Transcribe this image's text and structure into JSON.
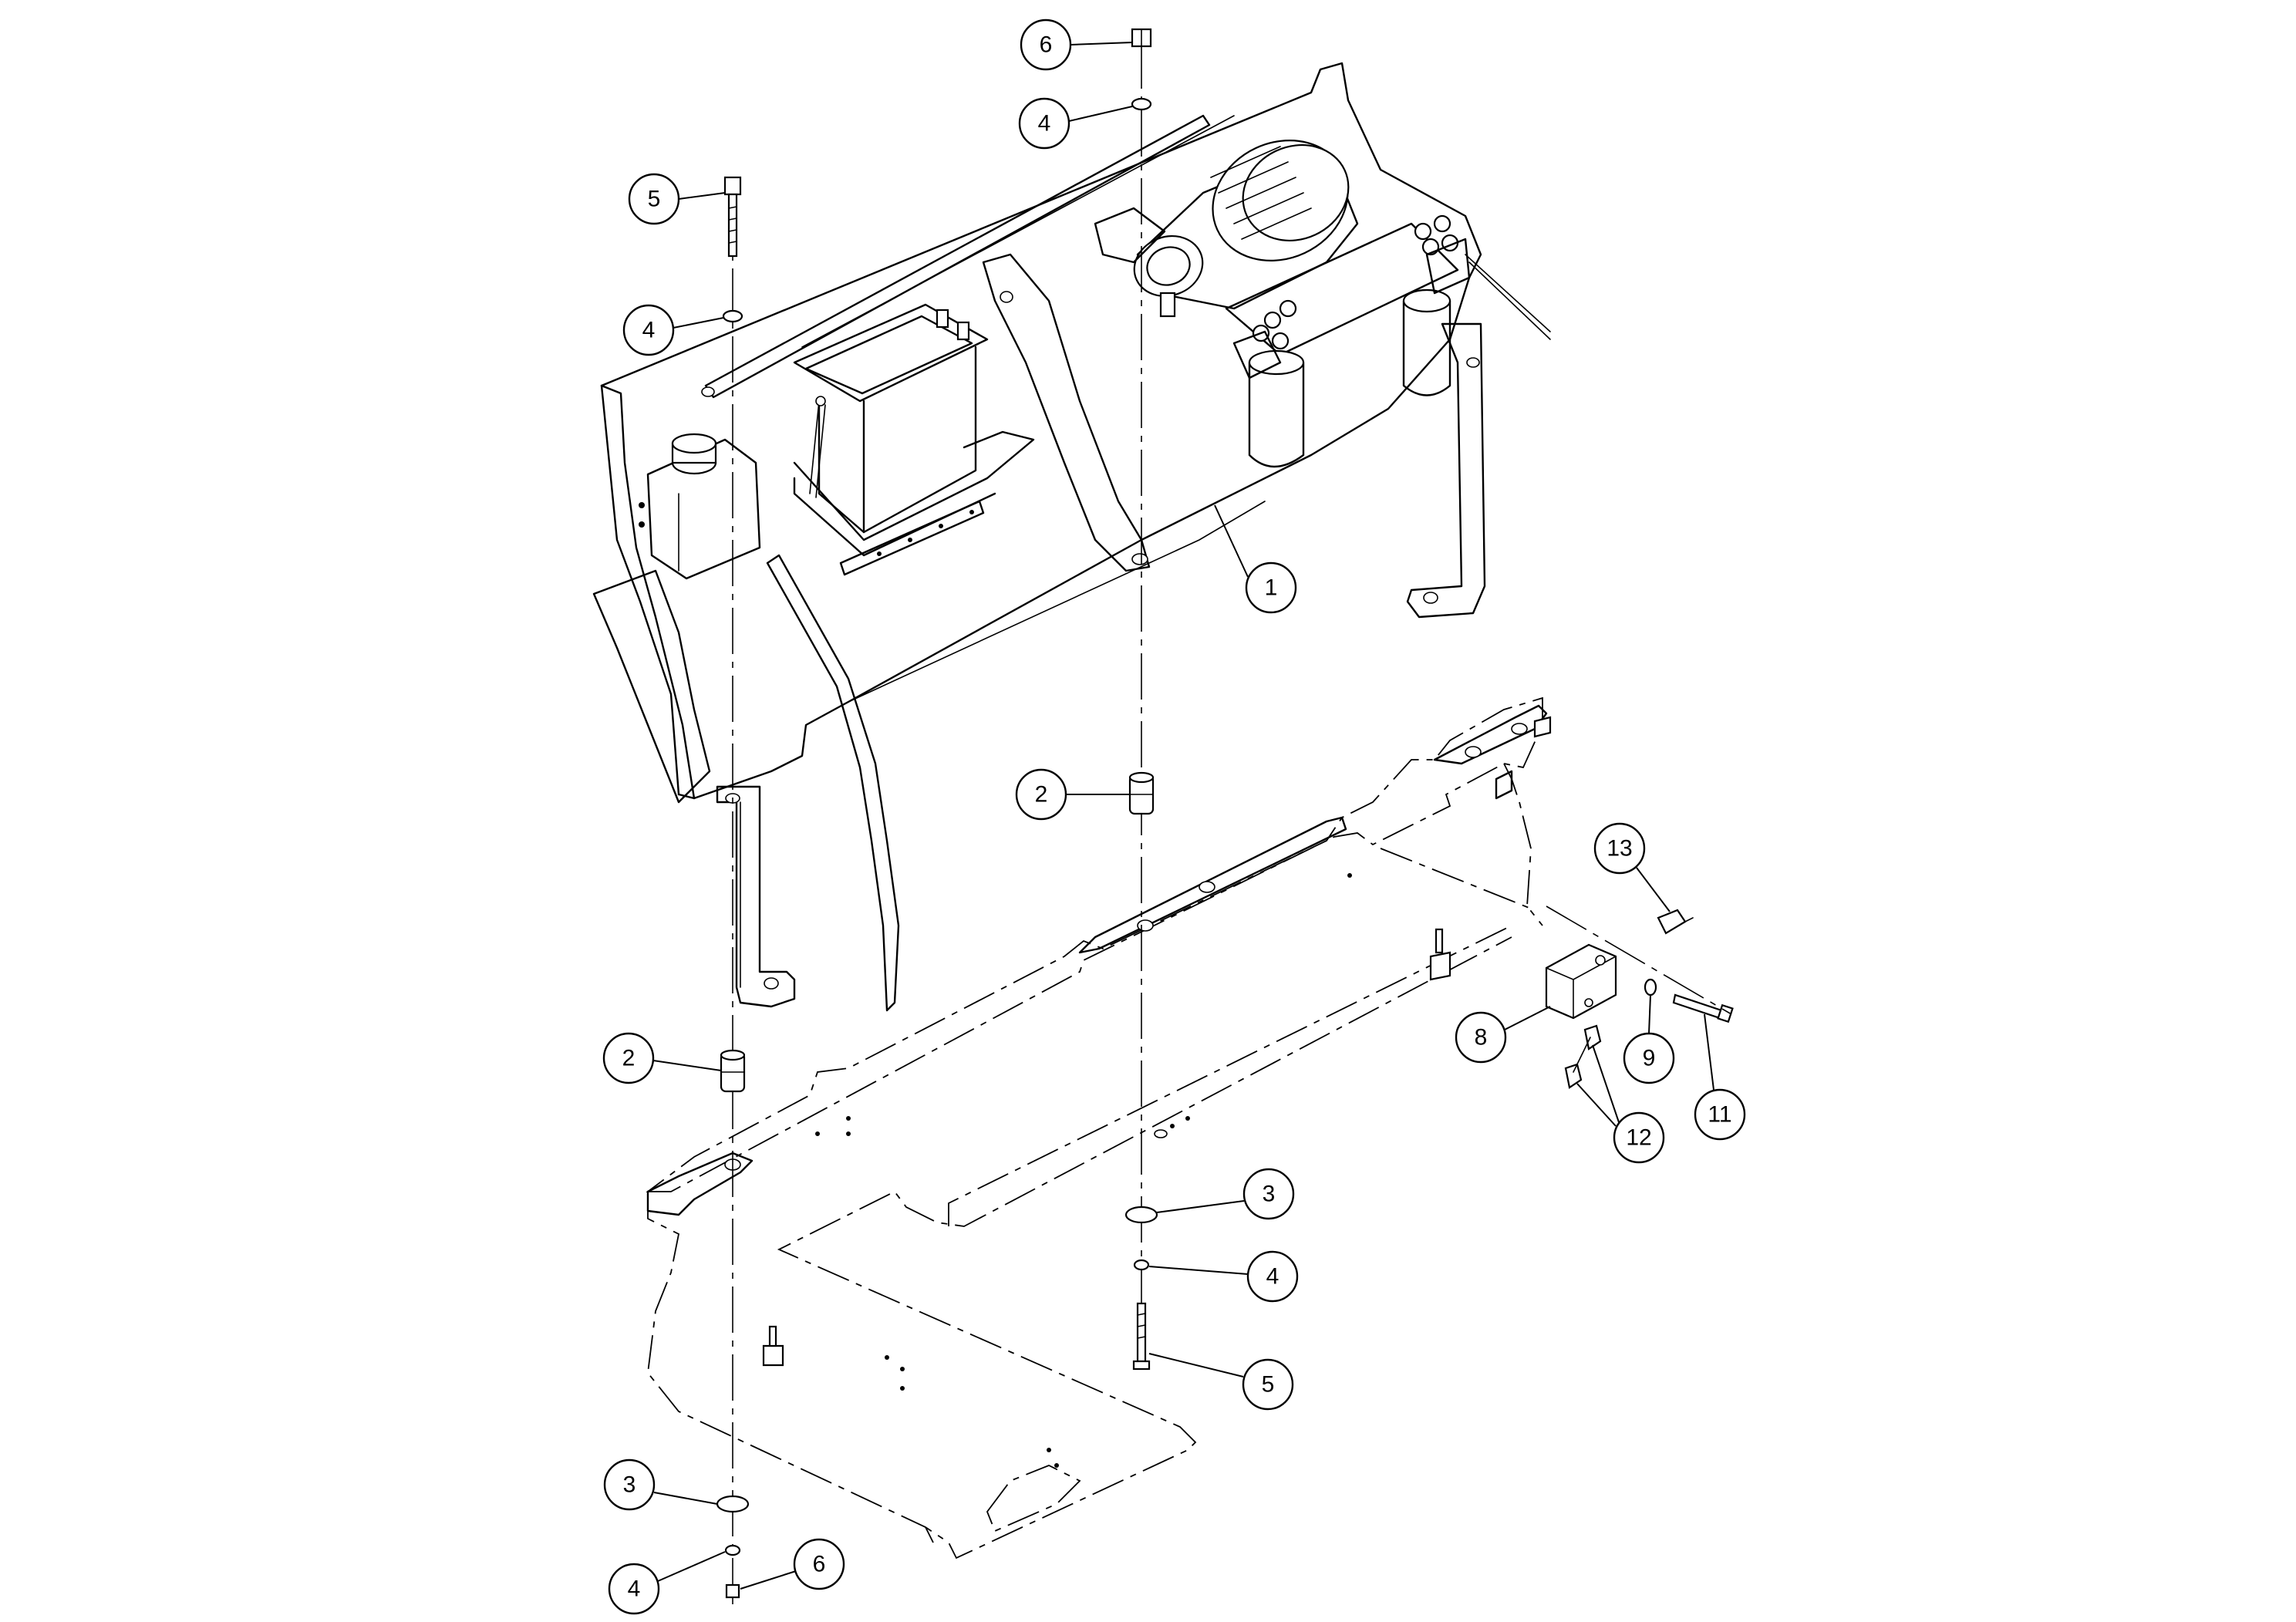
{
  "callouts": [
    {
      "id": "c6-top",
      "label": "6"
    },
    {
      "id": "c4-top",
      "label": "4"
    },
    {
      "id": "c5-left",
      "label": "5"
    },
    {
      "id": "c4-left",
      "label": "4"
    },
    {
      "id": "c1",
      "label": "1"
    },
    {
      "id": "c2-mid",
      "label": "2"
    },
    {
      "id": "c13",
      "label": "13"
    },
    {
      "id": "c8",
      "label": "8"
    },
    {
      "id": "c9",
      "label": "9"
    },
    {
      "id": "c11",
      "label": "11"
    },
    {
      "id": "c12",
      "label": "12"
    },
    {
      "id": "c2-left",
      "label": "2"
    },
    {
      "id": "c3-mid",
      "label": "3"
    },
    {
      "id": "c4-mid",
      "label": "4"
    },
    {
      "id": "c5-mid",
      "label": "5"
    },
    {
      "id": "c3-bottom",
      "label": "3"
    },
    {
      "id": "c4-bottom",
      "label": "4"
    },
    {
      "id": "c6-bottom",
      "label": "6"
    }
  ]
}
